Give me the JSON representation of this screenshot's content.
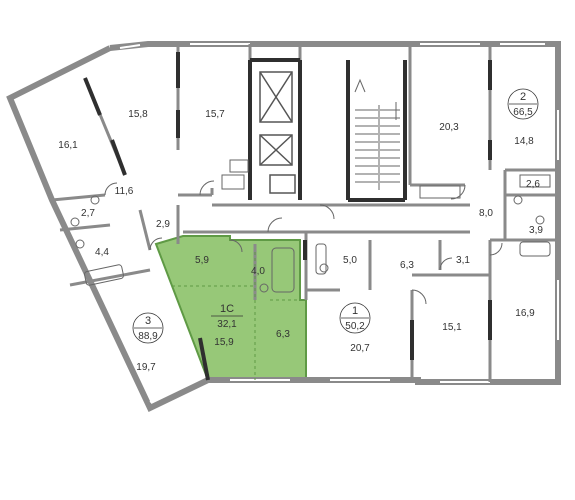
{
  "colors": {
    "wall": "#8a8a8a",
    "wall_dark": "#2f2f2f",
    "highlight": "#97c878",
    "highlight_line": "#5f9a45",
    "text": "#333333"
  },
  "apartments": [
    {
      "number": "1C",
      "total_area": "32,1",
      "highlighted": true
    },
    {
      "number": "1",
      "total_area": "50,2"
    },
    {
      "number": "2",
      "total_area": "66,5"
    },
    {
      "number": "3",
      "total_area": "88,9"
    }
  ],
  "rooms": [
    "16,1",
    "15,8",
    "15,7",
    "11,6",
    "2,7",
    "2,9",
    "4,4",
    "19,7",
    "5,9",
    "4,0",
    "15,9",
    "6,3",
    "5,0",
    "6,3",
    "3,1",
    "20,7",
    "15,1",
    "20,3",
    "14,8",
    "2,6",
    "8,0",
    "3,9",
    "16,9"
  ]
}
